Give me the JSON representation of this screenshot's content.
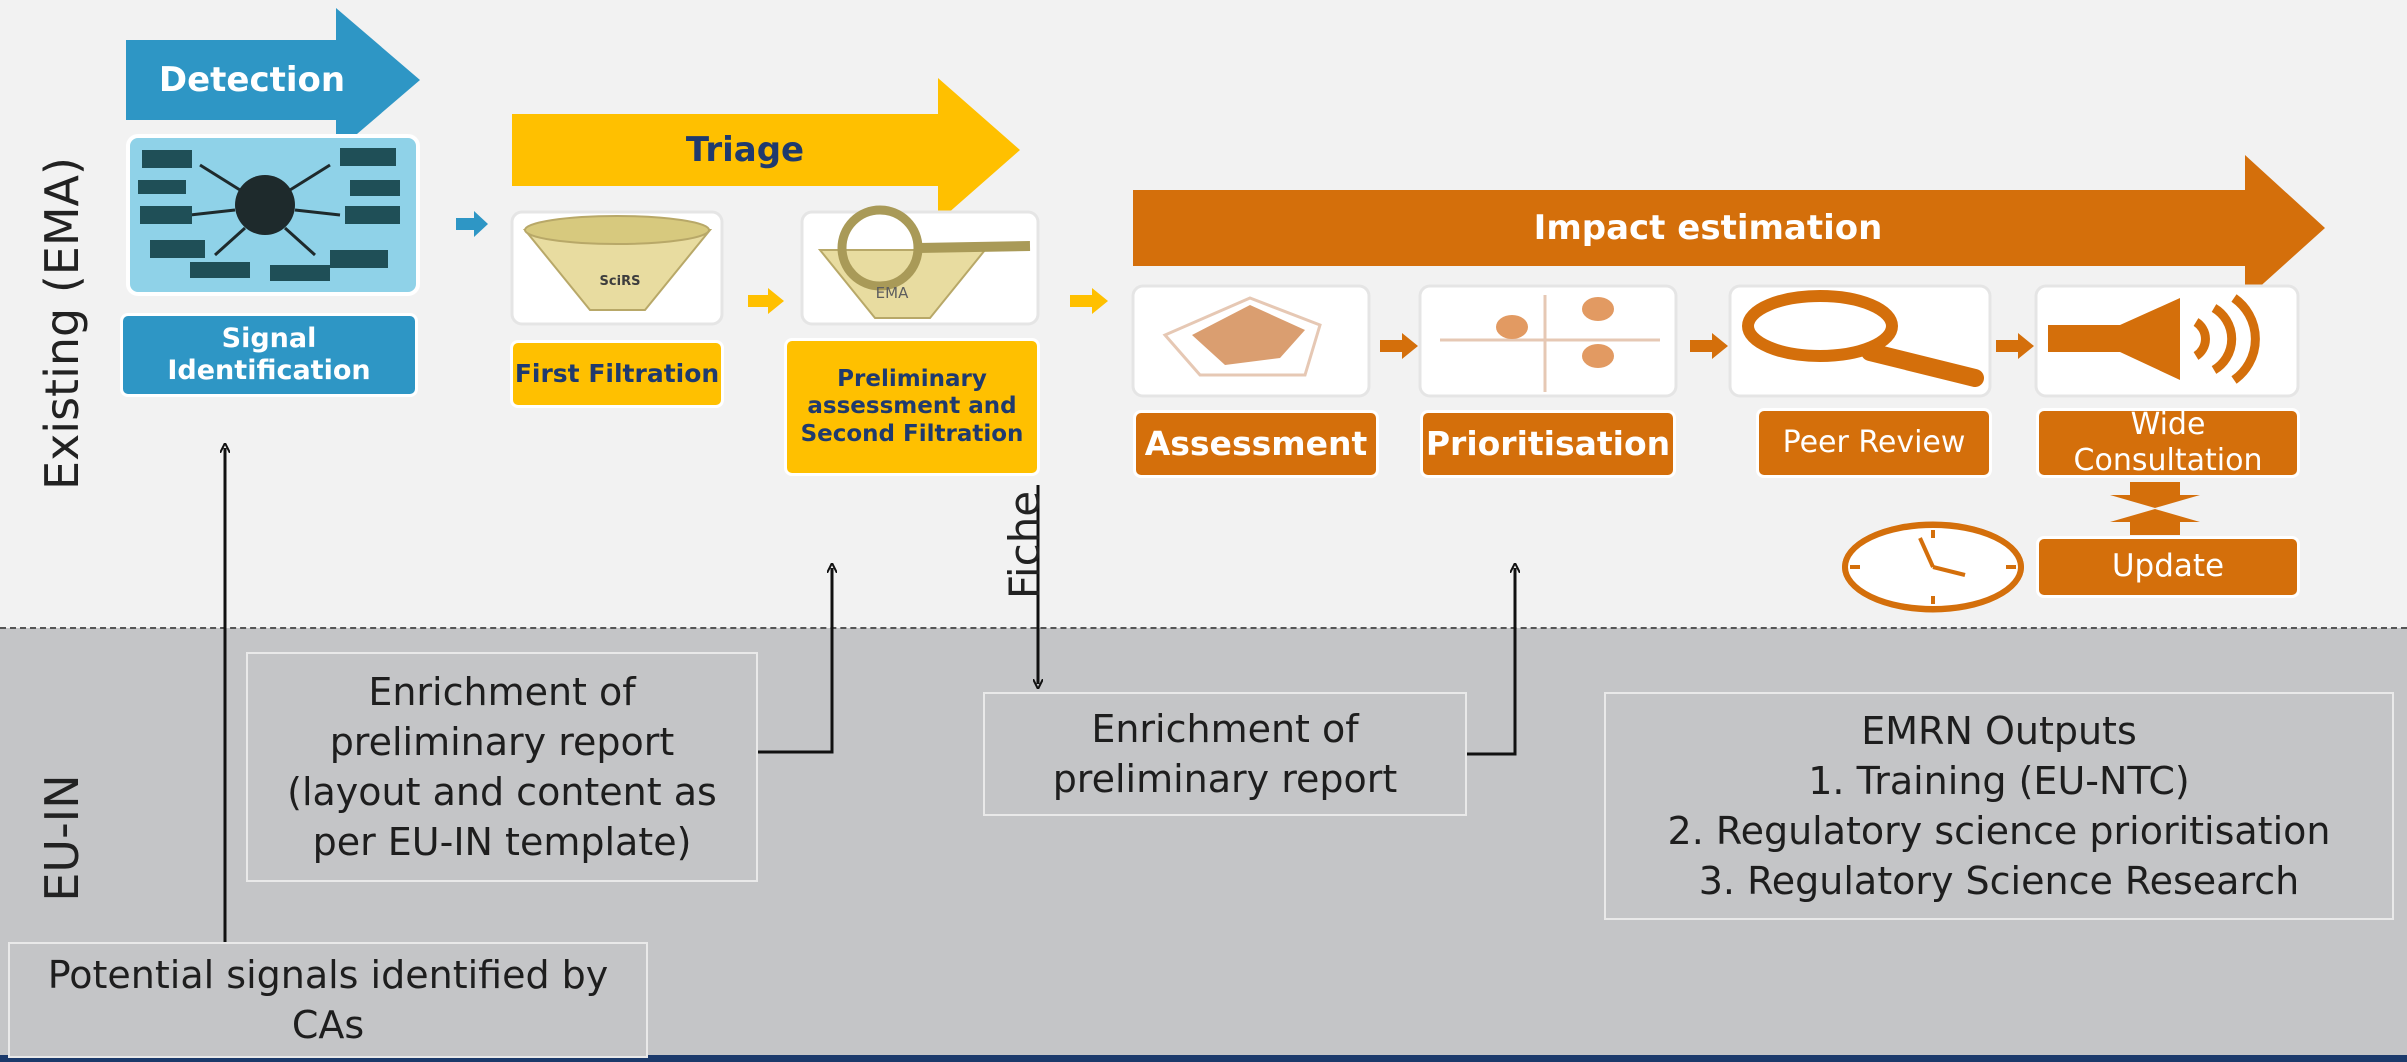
{
  "rows": {
    "top_label": "Existing (EMA)",
    "bottom_label": "EU-IN"
  },
  "stages": {
    "detection": "Detection",
    "triage": "Triage",
    "impact": "Impact estimation"
  },
  "steps": {
    "signal_identification": "Signal Identification",
    "first_filtration": "First Filtration",
    "preliminary": "Preliminary assessment and Second Filtration",
    "assessment": "Assessment",
    "prioritisation": "Prioritisation",
    "peer_review": "Peer Review",
    "wide_consultation": "Wide Consultation",
    "update": "Update"
  },
  "icons": {
    "scirs_label": "SciRS",
    "ema_label": "EMA"
  },
  "annotations": {
    "fiche": "Fiche"
  },
  "eu_in": {
    "enrichment_1": "Enrichment of preliminary report (layout and content as per EU-IN template)",
    "enrichment_2": "Enrichment of preliminary report",
    "outputs_title": "EMRN Outputs",
    "outputs": [
      "1. Training (EU-NTC)",
      "2. Regulatory science prioritisation",
      "3. Regulatory Science Research"
    ],
    "potential_signals": "Potential signals identified by CAs"
  },
  "colors": {
    "detection": "#2e96c5",
    "triage": "#ffc000",
    "impact": "#d46f0b",
    "triage_text": "#1f3a6e"
  }
}
